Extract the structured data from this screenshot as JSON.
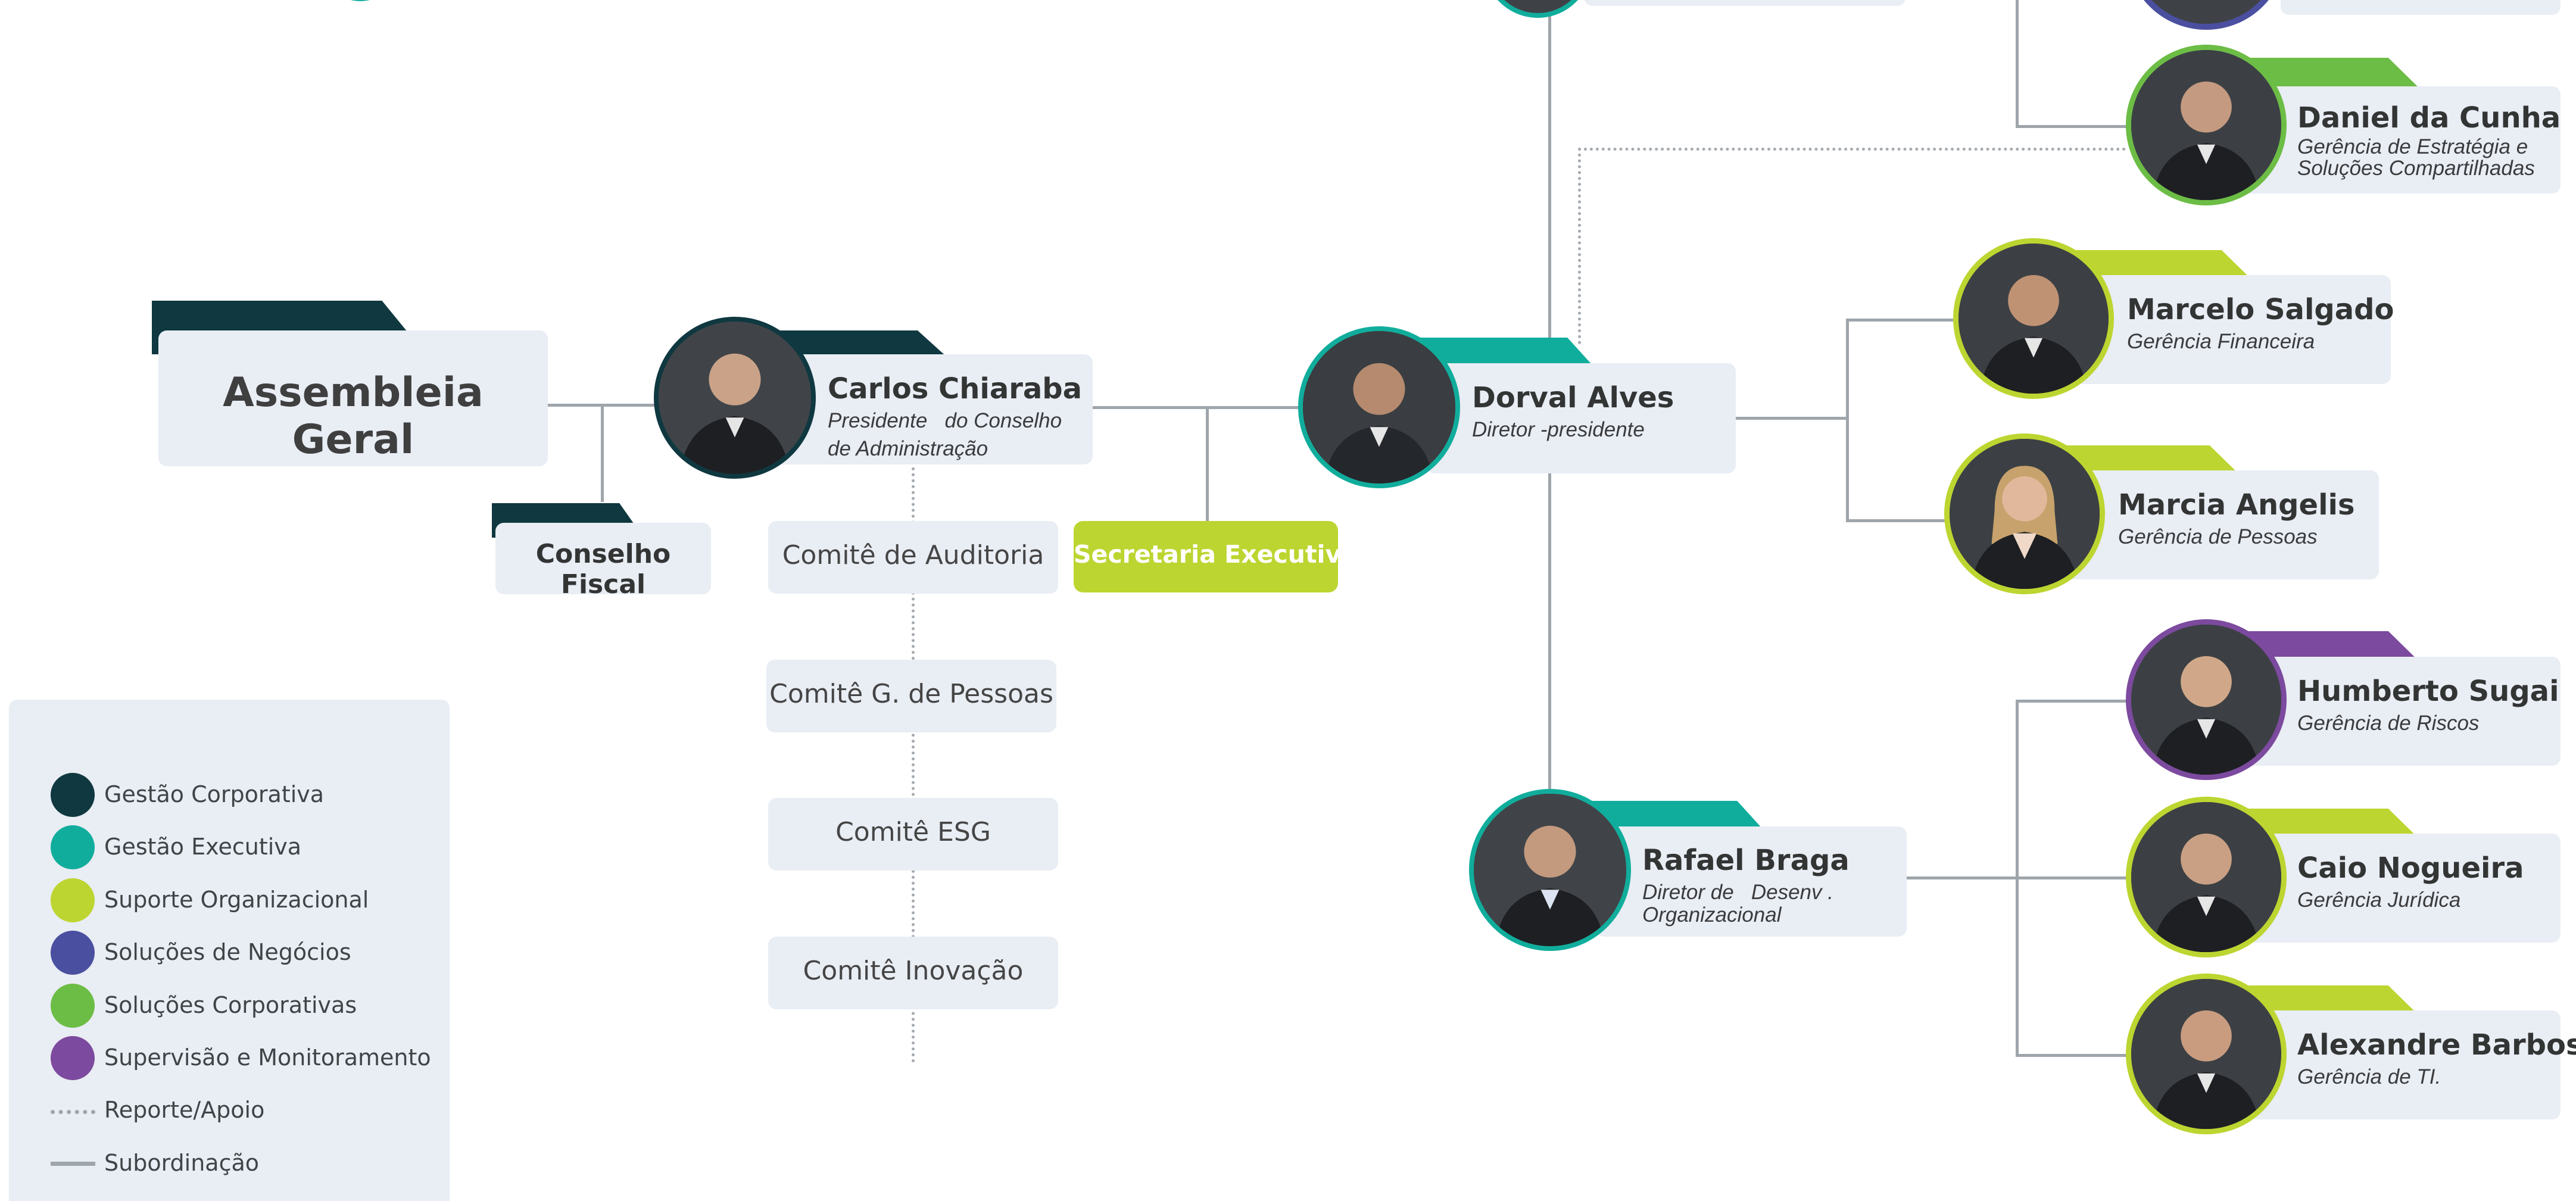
{
  "colors": {
    "gestao_corporativa": "#0f3840",
    "gestao_executiva": "#11ad9c",
    "suporte_organizacional": "#bdd530",
    "solucoes_negocios": "#4a4fa0",
    "solucoes_corporativas": "#6cbd45",
    "supervisao_monitoramento": "#7c4a9e",
    "box_fill": "#e9edf4",
    "line": "#9ea5ab"
  },
  "governance": {
    "assembleia": "Assembleia Geral",
    "conselho_fiscal": "Conselho Fiscal",
    "secretaria": "Secretaria Executiva",
    "comites": [
      "Comitê de Auditoria",
      "Comitê G. de Pessoas",
      "Comitê ESG",
      "Comitê Inovação"
    ]
  },
  "people": {
    "carlos": {
      "name": "Carlos Chiaraba",
      "role_line1": "Presidente   do Conselho",
      "role_line2": "de Administração"
    },
    "dorval": {
      "name": "Dorval Alves",
      "role_line1": "Diretor -presidente"
    },
    "rafael": {
      "name": "Rafael Braga",
      "role_line1": "Diretor de   Desenv .",
      "role_line2": "Organizacional"
    },
    "daniel": {
      "name": "Daniel da Cunha",
      "role_line1": "Gerência de Estratégia e",
      "role_line2": "Soluções Compartilhadas"
    },
    "marcelo": {
      "name": "Marcelo Salgado",
      "role_line1": "Gerência Financeira"
    },
    "marcia": {
      "name": "Marcia Angelis",
      "role_line1": "Gerência de Pessoas"
    },
    "humberto": {
      "name": "Humberto Sugai",
      "role_line1": "Gerência de Riscos"
    },
    "caio": {
      "name": "Caio Nogueira",
      "role_line1": "Gerência Jurídica"
    },
    "alexandre": {
      "name": "Alexandre Barbosa",
      "role_line1": "Gerência de TI."
    }
  },
  "legend": {
    "items": [
      {
        "label": "Gestão Corporativa",
        "color": "#0f3840"
      },
      {
        "label": "Gestão Executiva",
        "color": "#11ad9c"
      },
      {
        "label": "Suporte Organizacional",
        "color": "#bdd530"
      },
      {
        "label": "Soluções de Negócios",
        "color": "#4a4fa0"
      },
      {
        "label": "Soluções Corporativas",
        "color": "#6cbd45"
      },
      {
        "label": "Supervisão e Monitoramento",
        "color": "#7c4a9e"
      }
    ],
    "reporte": "Reporte/Apoio",
    "subordinacao": "Subordinação"
  }
}
